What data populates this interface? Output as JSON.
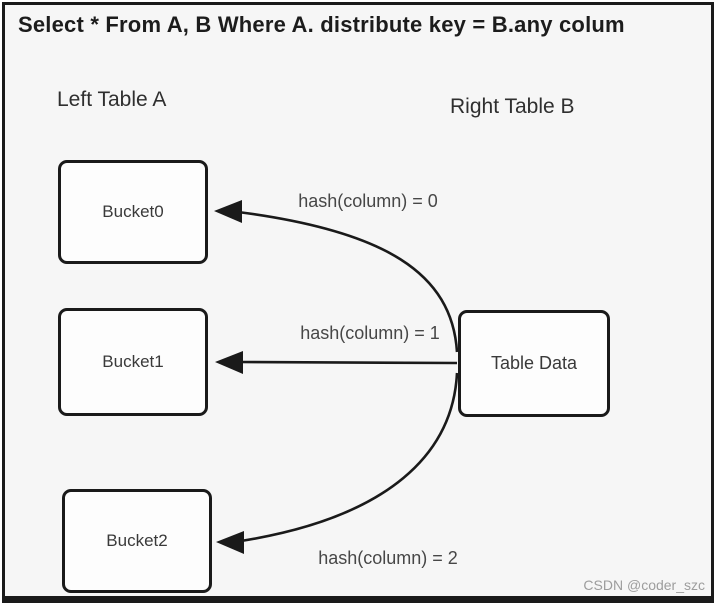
{
  "title": "Select * From A, B Where A. distribute key = B.any colum",
  "left_section": {
    "label": "Left Table A",
    "buckets": [
      "Bucket0",
      "Bucket1",
      "Bucket2"
    ]
  },
  "right_section": {
    "label": "Right Table B",
    "table_label": "Table Data"
  },
  "arrows": [
    {
      "label": "hash(column) = 0",
      "from": "Table Data",
      "to": "Bucket0"
    },
    {
      "label": "hash(column) = 1",
      "from": "Table Data",
      "to": "Bucket1"
    },
    {
      "label": "hash(column) = 2",
      "from": "Table Data",
      "to": "Bucket2"
    }
  ],
  "watermark": "CSDN @coder_szc",
  "colors": {
    "background": "#f6f6f6",
    "line": "#1a1a1a",
    "box_fill": "#fdfdfd",
    "text": "#3a3a3a",
    "watermark": "#9d9d9d"
  }
}
